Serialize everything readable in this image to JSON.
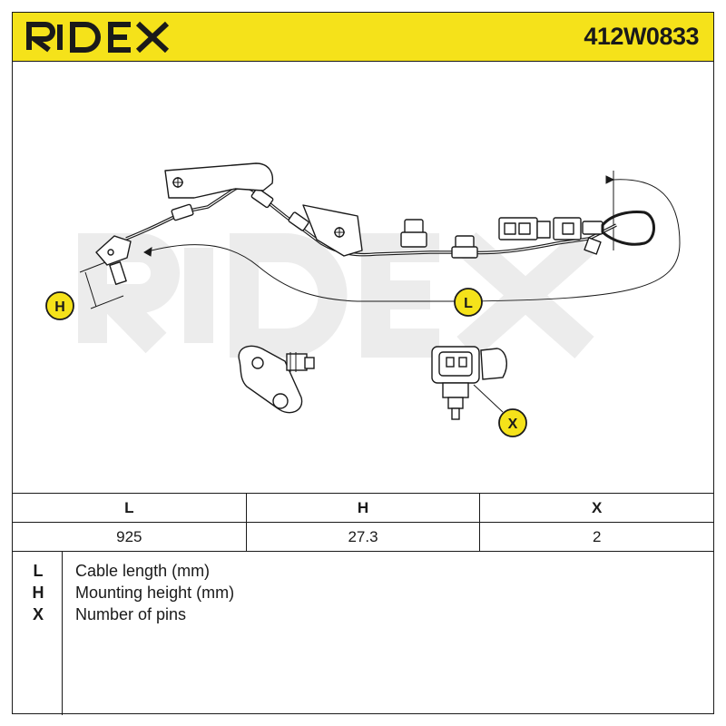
{
  "header": {
    "brand": "RIDEX",
    "part_number": "412W0833",
    "background_color": "#f5e21a"
  },
  "drawing": {
    "watermark": "RIDEX",
    "callouts": {
      "h": "H",
      "l": "L",
      "x": "X"
    },
    "callout_color": "#f5e21a"
  },
  "spec_table": {
    "headers": [
      "L",
      "H",
      "X"
    ],
    "values": [
      "925",
      "27.3",
      "2"
    ]
  },
  "legend": {
    "items": [
      {
        "key": "L",
        "text": "Cable length (mm)"
      },
      {
        "key": "H",
        "text": "Mounting height (mm)"
      },
      {
        "key": "X",
        "text": "Number of pins"
      }
    ]
  }
}
